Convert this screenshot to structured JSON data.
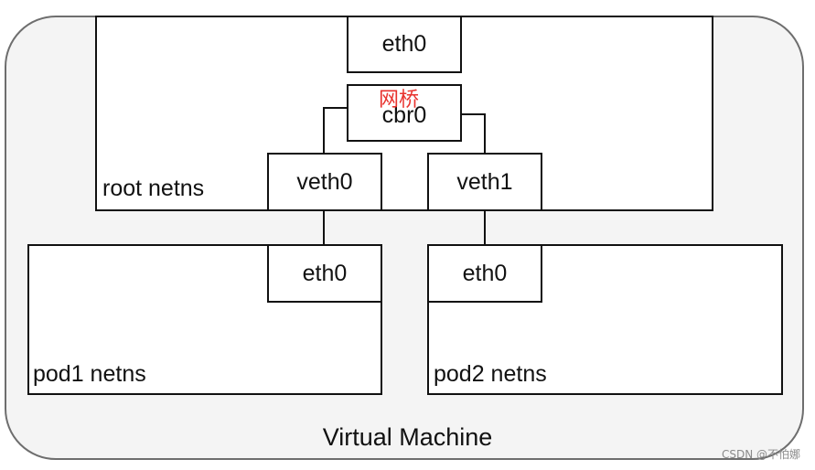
{
  "diagram": {
    "vm_label": "Virtual Machine",
    "root_ns": {
      "label": "root netns",
      "eth0": "eth0",
      "bridge": "cbr0",
      "bridge_annotation": "网桥",
      "veth0": "veth0",
      "veth1": "veth1"
    },
    "pod1": {
      "label": "pod1 netns",
      "eth0": "eth0"
    },
    "pod2": {
      "label": "pod2 netns",
      "eth0": "eth0"
    }
  },
  "watermark": "CSDN @不怕娜"
}
